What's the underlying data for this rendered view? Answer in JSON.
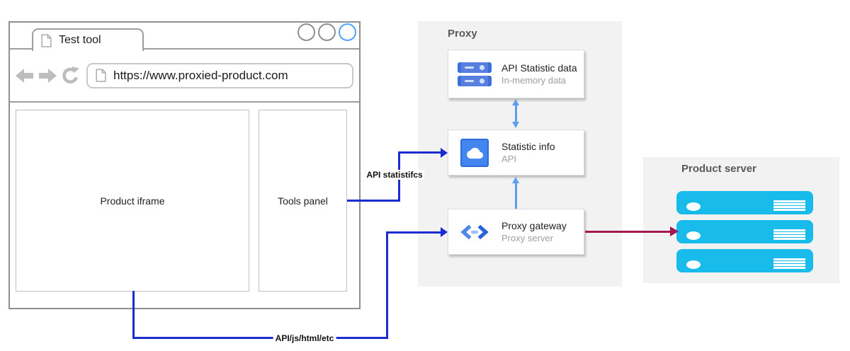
{
  "browser": {
    "tab_title": "Test tool",
    "url": "https://www.proxied-product.com",
    "iframe_label": "Product iframe",
    "tools_label": "Tools panel"
  },
  "proxy": {
    "title": "Proxy",
    "cards": [
      {
        "title": "API Statistic data",
        "subtitle": "In-memory data",
        "icon": "memorystore-icon"
      },
      {
        "title": "Statistic info",
        "subtitle": "API",
        "icon": "cloud-api-icon"
      },
      {
        "title": "Proxy gateway",
        "subtitle": "Proxy server",
        "icon": "code-gateway-icon"
      }
    ]
  },
  "product_server": {
    "title": "Product server",
    "server_count": 3
  },
  "arrows": {
    "api_statistics_label": "API statistifcs",
    "page_assets_label": "API/js/html/etc"
  },
  "colors": {
    "dark_blue": "#1c2dd0",
    "light_blue": "#5d9ef2",
    "crimson": "#a31850",
    "server_cyan": "#18bbe9",
    "group_background": "#f2f2f2",
    "active_circle_blue": "#4da3ff"
  }
}
